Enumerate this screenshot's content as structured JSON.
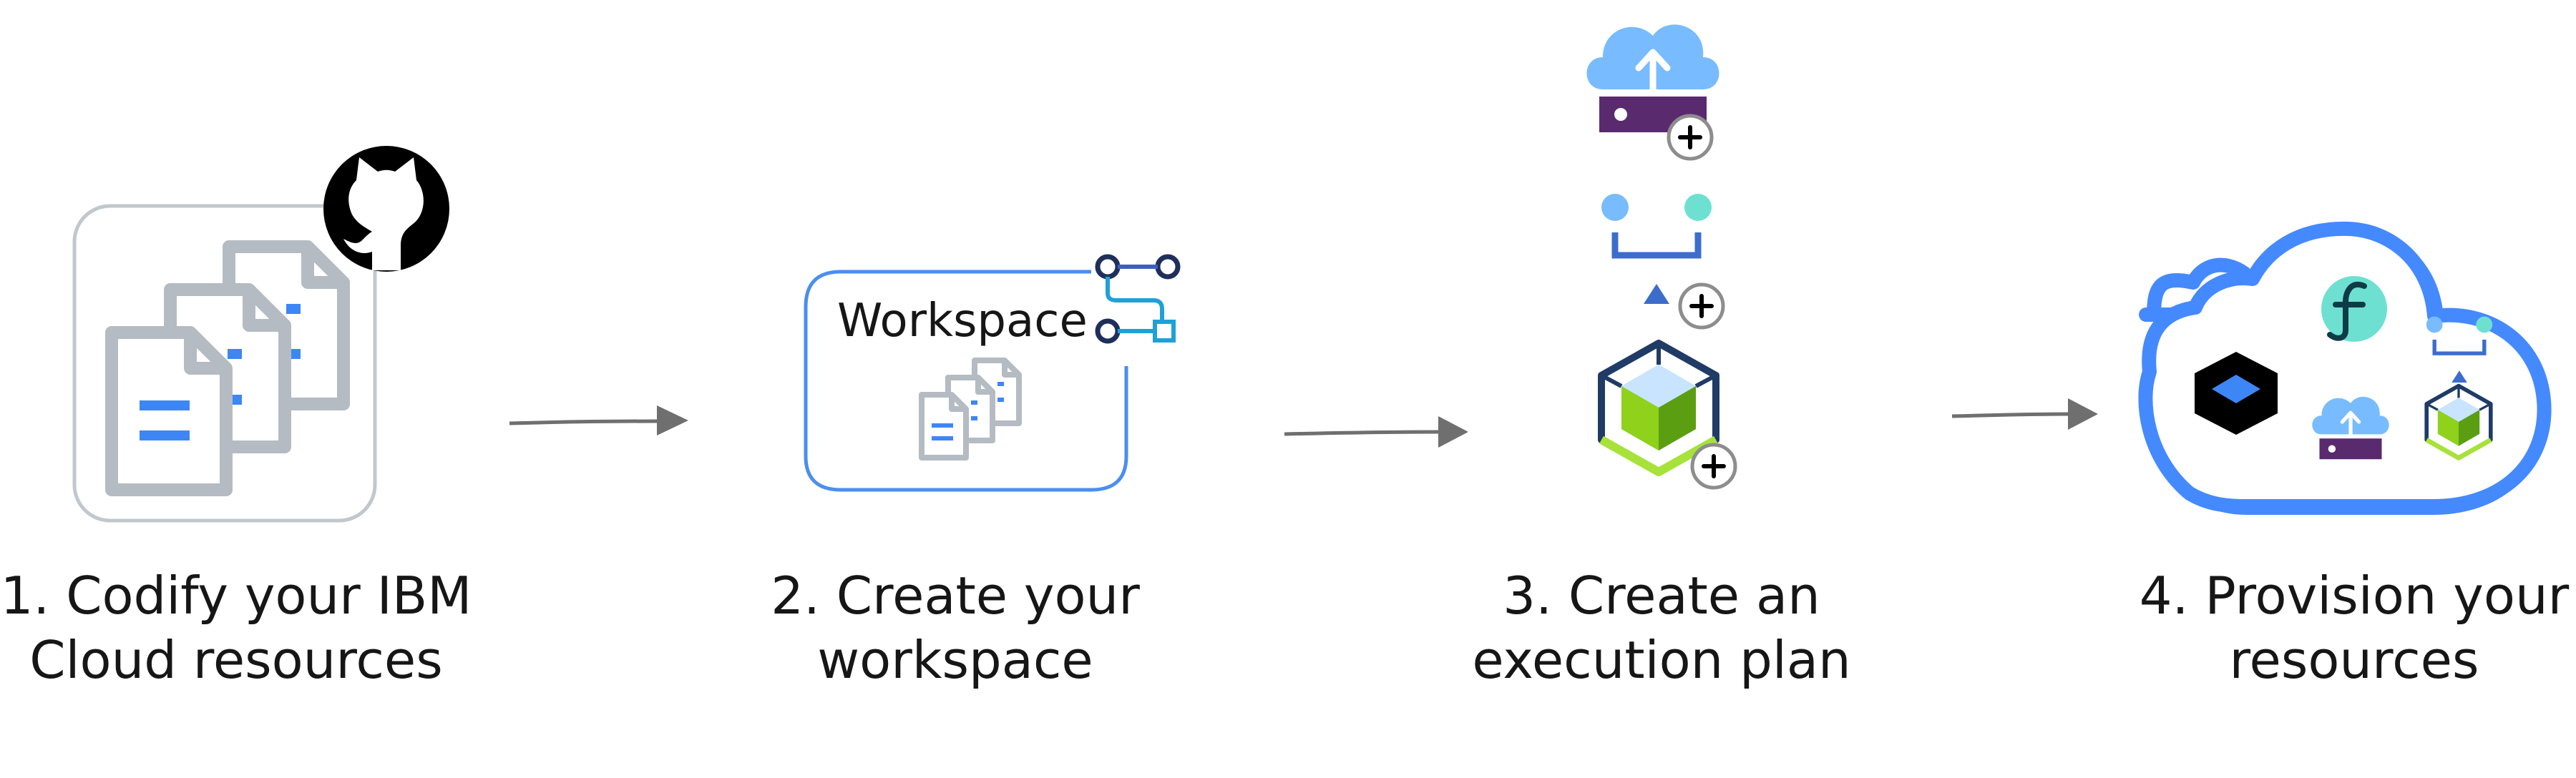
{
  "steps": [
    {
      "line1": "1. Codify your IBM",
      "line2": "Cloud resources"
    },
    {
      "line1": "2. Create your",
      "line2": "workspace"
    },
    {
      "line1": "3. Create an",
      "line2": "execution plan"
    },
    {
      "line1": "4. Provision your",
      "line2": "resources"
    }
  ],
  "workspace_label": "Workspace",
  "colors": {
    "doc_gray": "#b5bbc2",
    "doc_blue": "#3d86f5",
    "workspace_blue": "#4a8ef0",
    "cloud_blue": "#4589ff",
    "arrow_gray": "#6f6f6f",
    "github_black": "#000000"
  }
}
